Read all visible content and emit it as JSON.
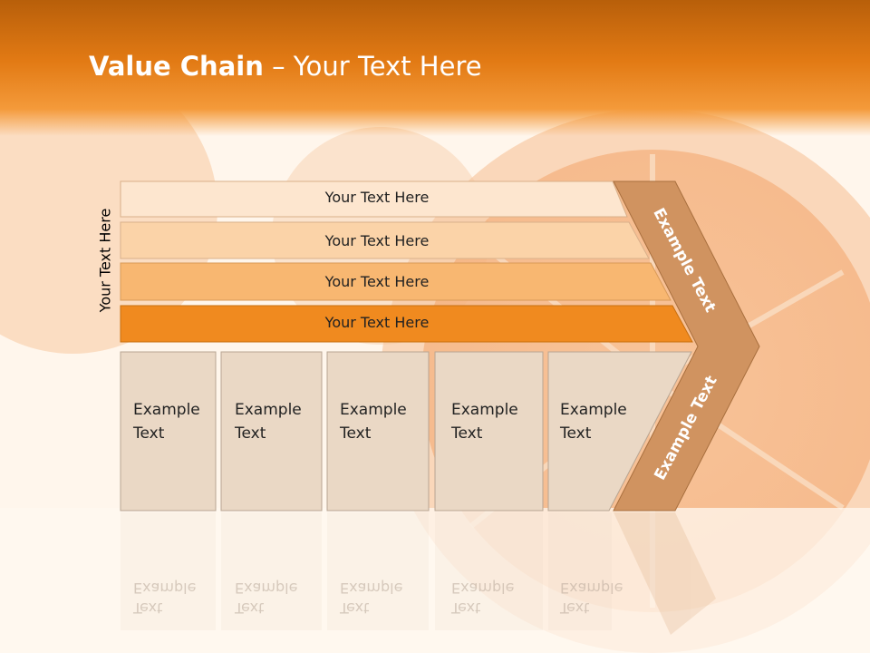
{
  "slide": {
    "title_bold": "Value Chain",
    "title_rest": " – Your Text Here",
    "side_label": "Your Text Here"
  },
  "bands": [
    {
      "label": "Your Text Here",
      "color": "#fde6cf"
    },
    {
      "label": "Your Text Here",
      "color": "#fbd3a8"
    },
    {
      "label": "Your Text Here",
      "color": "#f8b771"
    },
    {
      "label": "Your Text Here",
      "color": "#f08a1f"
    }
  ],
  "boxes": [
    {
      "line1": "Example",
      "line2": "Text"
    },
    {
      "line1": "Example",
      "line2": "Text"
    },
    {
      "line1": "Example",
      "line2": "Text"
    },
    {
      "line1": "Example",
      "line2": "Text"
    },
    {
      "line1": "Example",
      "line2": "Text"
    }
  ],
  "chevron": {
    "top_label": "Example Text",
    "bottom_label": "Example Text",
    "color": "#d09360"
  },
  "colors": {
    "box_fill": "#ead8c5",
    "box_border": "#b8a592",
    "accent": "#f08a1f"
  }
}
